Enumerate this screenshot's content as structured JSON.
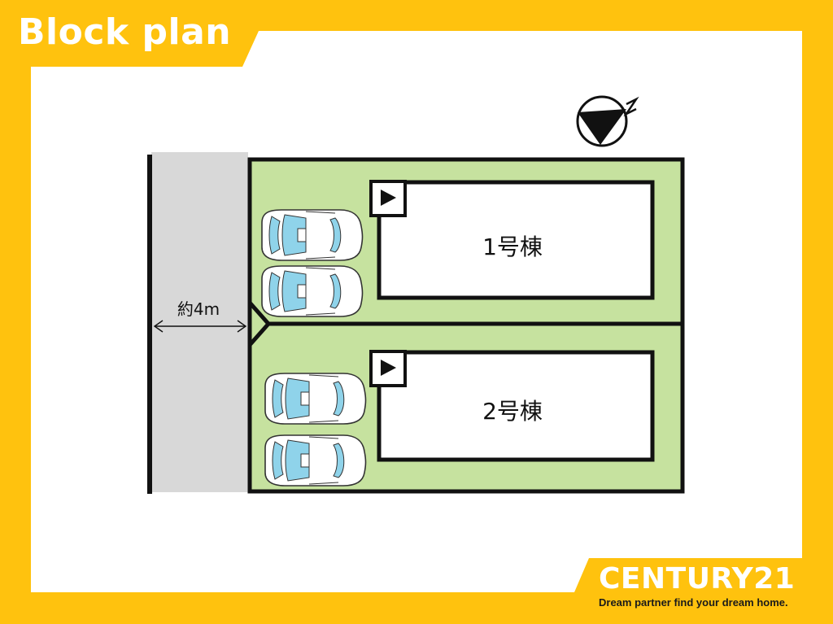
{
  "header": {
    "title": "Block plan"
  },
  "plan": {
    "road_width_label": "約4m",
    "buildings": [
      {
        "label": "1号棟"
      },
      {
        "label": "2号棟"
      }
    ]
  },
  "brand": {
    "name": "CENTURY21",
    "tagline": "Dream partner find your dream home."
  },
  "colors": {
    "frame": "#FFC20E",
    "lot_green": "#C6E29F",
    "road_gray": "#D8D8D8",
    "car_window": "#8FD3EA"
  }
}
